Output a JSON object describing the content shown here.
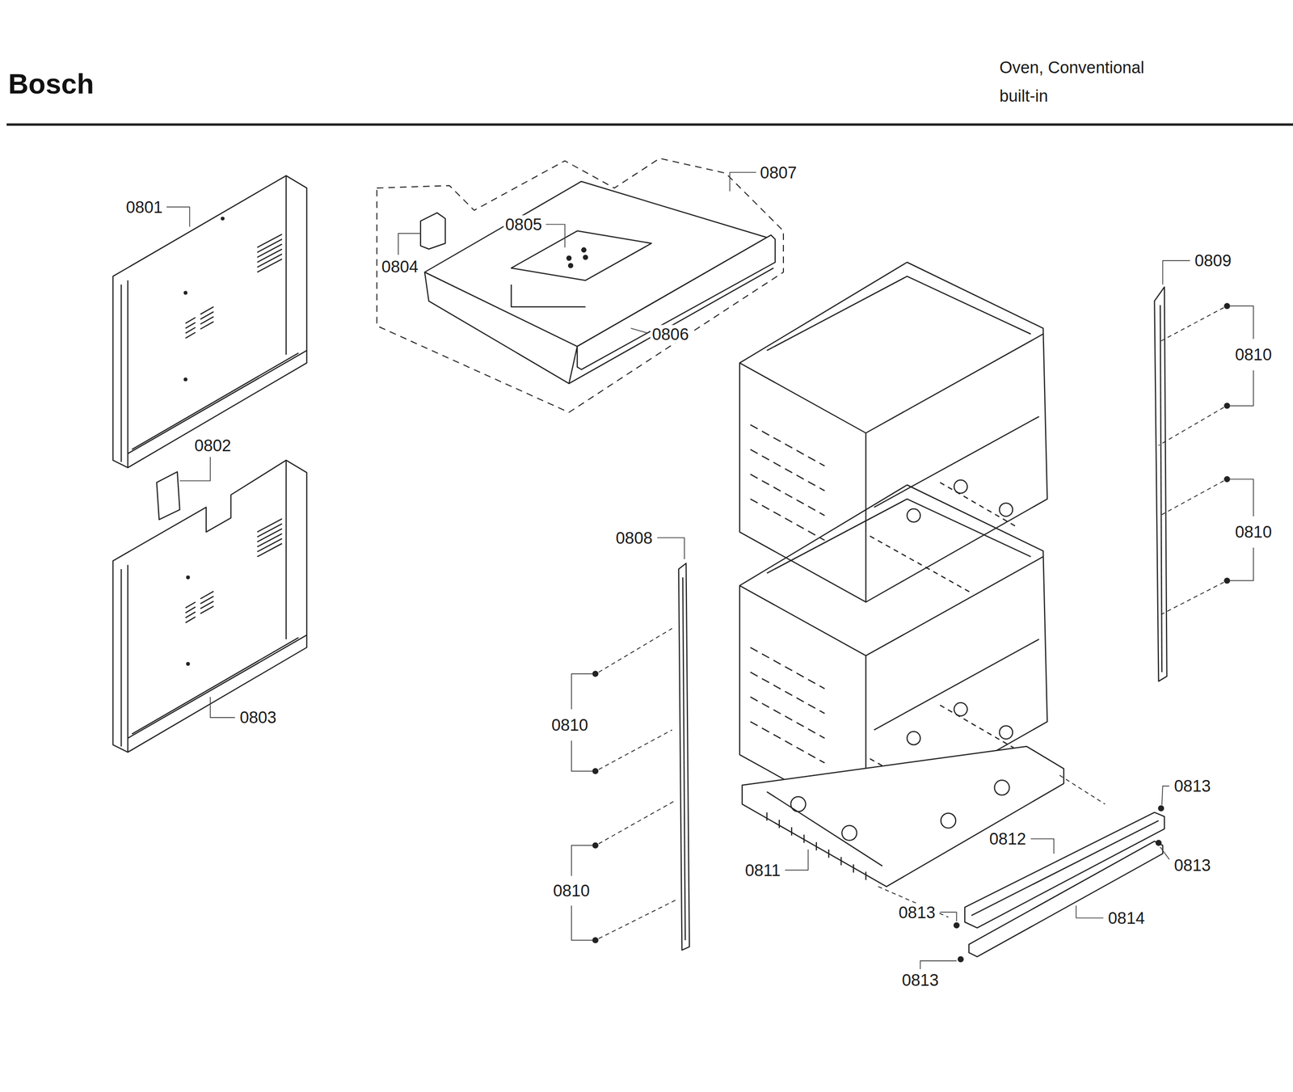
{
  "diagram": {
    "title": "Bosch",
    "labels": [
      "Oven, Conventional",
      "built-in",
      "0807",
      "0801",
      "0805",
      "0809",
      "0804",
      "0806",
      "0810",
      "0802",
      "0810",
      "0808",
      "0803",
      "0810",
      "0813",
      "0812",
      "0813",
      "0811",
      "0810",
      "0813",
      "0814",
      "0813"
    ]
  }
}
